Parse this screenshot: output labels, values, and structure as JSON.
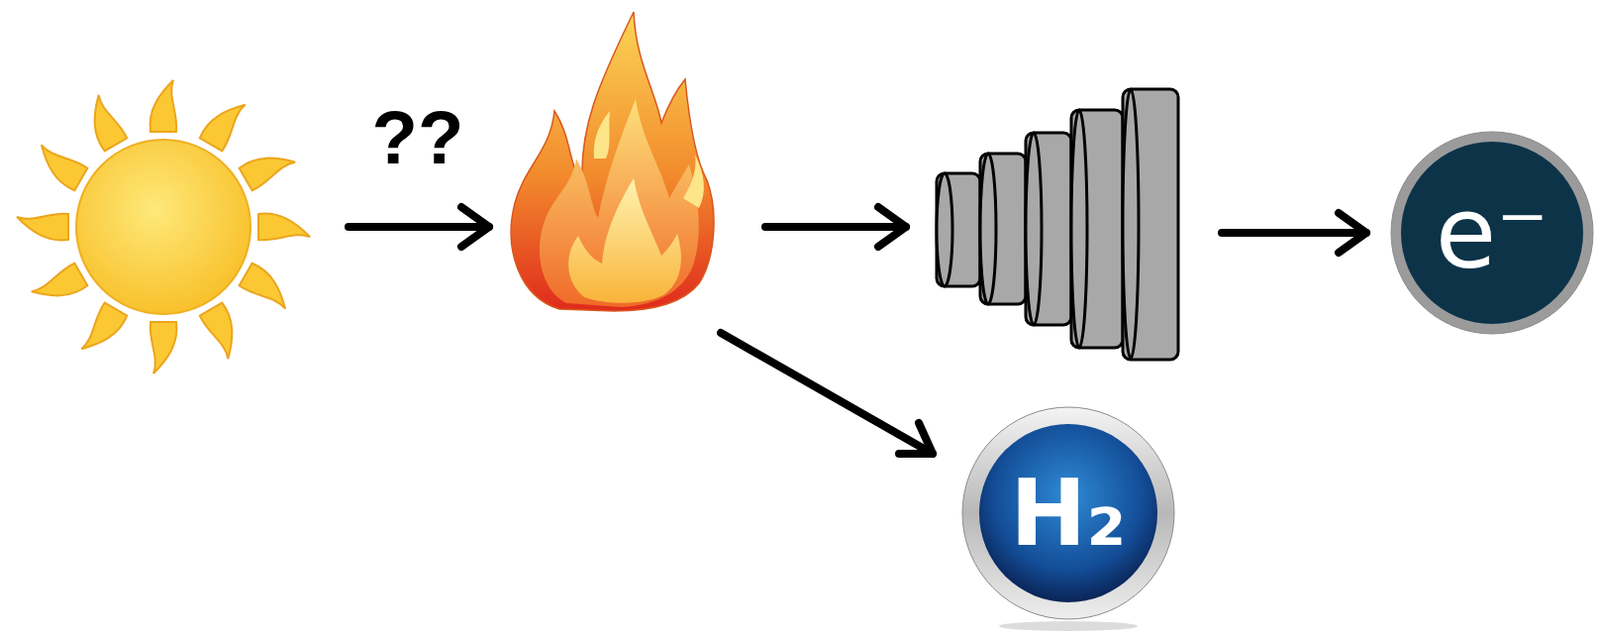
{
  "diagram": {
    "nodes": [
      {
        "text": [
          "e⁻"
        ]
      },
      {
        "text": [
          "H₂"
        ]
      }
    ],
    "labels": [
      "??"
    ]
  }
}
